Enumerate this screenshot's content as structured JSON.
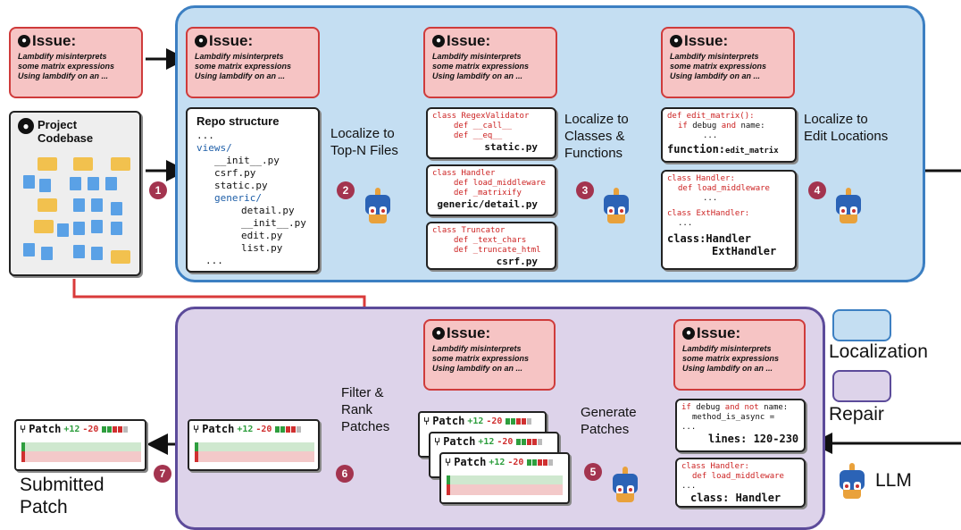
{
  "issue": {
    "title": "Issue:",
    "lines": [
      "Lambdify misinterprets",
      "some matrix expressions",
      "Using lambdify on an ..."
    ]
  },
  "project": {
    "title_line1": "Project",
    "title_line2": "Codebase"
  },
  "repo": {
    "title": "Repo structure",
    "lines": [
      "...",
      "views/",
      "__init__.py",
      "csrf.py",
      "static.py",
      "generic/",
      "detail.py",
      "__init__.py",
      "edit.py",
      "list.py",
      "..."
    ]
  },
  "steps": {
    "s1": "1",
    "s2": "2",
    "s3": "3",
    "s4": "4",
    "s5": "5",
    "s6": "6",
    "s7": "7"
  },
  "labels": {
    "localize_files": "Localize to Top-N Files",
    "localize_classes": "Localize to Classes & Functions",
    "localize_edit": "Localize to Edit Locations",
    "filter_rank": "Filter & Rank Patches",
    "generate": "Generate Patches",
    "submitted": "Submitted Patch"
  },
  "files": [
    {
      "c1": "class RegexValidator",
      "c2": "def __call__",
      "c3": "def __eq__",
      "path": "static.py"
    },
    {
      "c1": "class Handler",
      "c2": "def load_middleware",
      "c3": "def _matrixify",
      "path": "generic/detail.py"
    },
    {
      "c1": "class Truncator",
      "c2": "def _text_chars",
      "c3": "def _truncate_html",
      "path": "csrf.py"
    }
  ],
  "classes": {
    "card1": {
      "l1": "def edit_matrix():",
      "l2_kw": "if",
      "l2a": " debug ",
      "l2_kw2": "and",
      "l2b": " name:",
      "l3": "...",
      "foot_a": "function:",
      "foot_b": "edit_matrix"
    },
    "card2": {
      "l1": "class Handler:",
      "l2": "def load_middleware",
      "l3": "...",
      "l4": "class ExtHandler:",
      "l5": "...",
      "foot1": "class:Handler",
      "foot2": "ExtHandler"
    }
  },
  "repair": {
    "lines_card": {
      "l1_kw": "if",
      "l1a": " debug ",
      "l1_kw2": "and not",
      "l1b": " name:",
      "l2": "method_is_async =",
      "l3": "...",
      "foot": "lines: 120-230"
    },
    "class_card": {
      "l1": "class Handler:",
      "l2": "def load_middleware",
      "l3": "...",
      "foot": "class: Handler"
    }
  },
  "patch": {
    "title": "Patch",
    "plus": "+12",
    "minus": "-20"
  },
  "legend": {
    "localization": "Localization",
    "repair": "Repair",
    "llm": "LLM"
  },
  "colors": {
    "localization_bg": "#c4def2",
    "repair_bg": "#ddd3ea",
    "issue_bg": "#f6c4c4",
    "arrow_red": "#d93a3a",
    "step_badge": "#a3344f"
  }
}
